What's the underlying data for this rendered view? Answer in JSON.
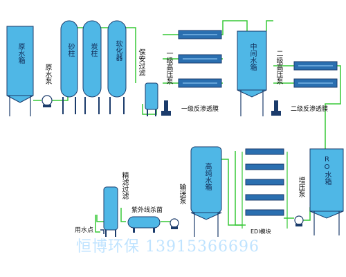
{
  "labels": {
    "raw_tank": "原水箱",
    "raw_pump": "原水泵",
    "sand_filter": "砂柱",
    "carbon_filter": "炭柱",
    "softener": "软化器",
    "security_filter": "保安过滤",
    "stage1_pump": "一级高压泵",
    "stage1_ro": "一级反渗透膜",
    "middle_tank": "中间水箱",
    "stage2_pump": "二级高压泵",
    "stage2_ro": "二级反渗透膜",
    "ro_tank": "RO水箱",
    "booster_pump": "增压泵",
    "edi": "EDI模块",
    "pure_tank": "高纯水箱",
    "transfer_pump": "输送泵",
    "uv": "紫外线杀菌",
    "fine_filter": "精滤过滤",
    "use_point": "用水点"
  },
  "watermark": "恒博环保 13915366696",
  "colors": {
    "tank": "#4fb7e6",
    "pipe": "#37c837",
    "membrane": "#2a6fb0",
    "outline": "#1b3b6b"
  }
}
